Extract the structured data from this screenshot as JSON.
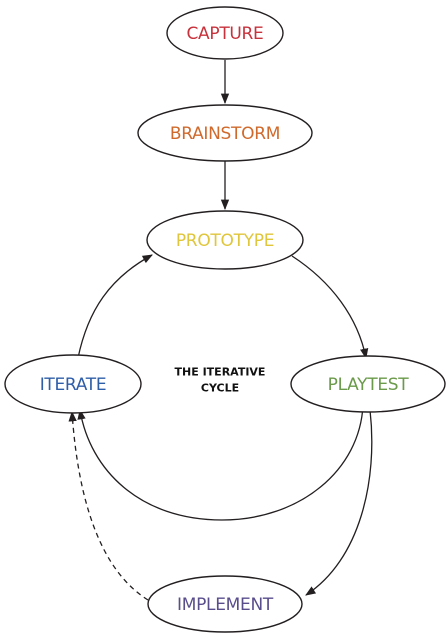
{
  "diagram": {
    "center_label": {
      "line1": "THE ITERATIVE",
      "line2": "CYCLE"
    },
    "nodes": {
      "capture": {
        "label": "CAPTURE",
        "color": "#c8323c"
      },
      "brainstorm": {
        "label": "BRAINSTORM",
        "color": "#d06a2c"
      },
      "prototype": {
        "label": "PROTOTYPE",
        "color": "#e0c63a"
      },
      "playtest": {
        "label": "PLAYTEST",
        "color": "#6a9a4a"
      },
      "iterate": {
        "label": "ITERATE",
        "color": "#2f5ea8"
      },
      "implement": {
        "label": "IMPLEMENT",
        "color": "#5a4d8c"
      }
    },
    "edges": [
      {
        "from": "capture",
        "to": "brainstorm",
        "style": "solid"
      },
      {
        "from": "brainstorm",
        "to": "prototype",
        "style": "solid"
      },
      {
        "from": "prototype",
        "to": "playtest",
        "style": "solid"
      },
      {
        "from": "playtest",
        "to": "iterate",
        "style": "solid"
      },
      {
        "from": "iterate",
        "to": "prototype",
        "style": "solid"
      },
      {
        "from": "playtest",
        "to": "implement",
        "style": "solid"
      },
      {
        "from": "implement",
        "to": "iterate",
        "style": "dashed"
      }
    ]
  }
}
